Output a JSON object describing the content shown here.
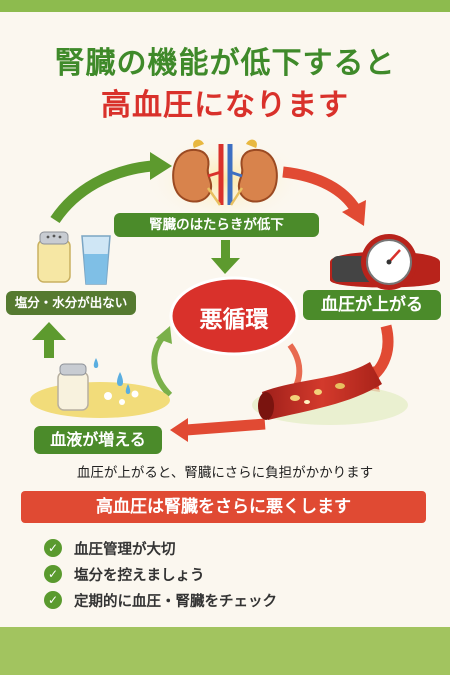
{
  "title": {
    "line1": "腎臓の機能が低下すると",
    "line2": "高血圧になります"
  },
  "cycle": {
    "center": "悪循環",
    "kidney_label": "腎臓のはたらきが低下",
    "bp_label": "血圧が上がる",
    "salt_label": "塩分・水分が出ない",
    "blood_label": "血液が増える"
  },
  "note": "血圧が上がると、腎臓にさらに負担がかかります",
  "banner": "高血圧は腎臓をさらに悪くします",
  "tips": [
    {
      "icon": "check-icon",
      "text": "血圧管理が大切"
    },
    {
      "icon": "check-icon",
      "text": "塩分を控えましょう"
    },
    {
      "icon": "check-icon",
      "text": "定期的に血圧・腎臓をチェック"
    }
  ],
  "colors": {
    "green": "#4b8b2a",
    "red": "#d73b2b",
    "background": "#fbf7ef"
  }
}
